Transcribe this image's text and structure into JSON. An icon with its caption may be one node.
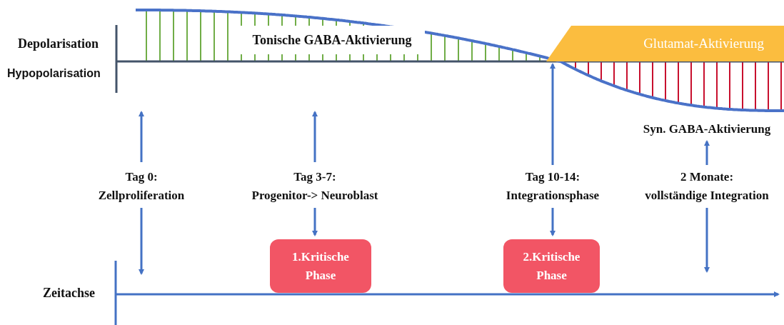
{
  "diagram": {
    "nodes": [
      {
        "text": [
          "Tonische GABA-Aktivierung"
        ]
      },
      {
        "text": [
          "Glutamat-Aktivierung"
        ]
      },
      {
        "text": [
          "Syn. GABA-Aktivierung"
        ]
      },
      {
        "text": [
          "Tag 0:",
          "Zellproliferation"
        ]
      },
      {
        "text": [
          "Tag 3-7:",
          "Progenitor-> Neuroblast"
        ]
      },
      {
        "text": [
          "Tag 10-14:",
          "Integrationsphase"
        ]
      },
      {
        "text": [
          "2 Monate:",
          "vollständige Integration"
        ]
      },
      {
        "text": [
          "1.Kritische Phase"
        ]
      },
      {
        "text": [
          "2.Kritische Phase"
        ]
      }
    ],
    "edges": [
      {
        "from": 3,
        "to": null,
        "arrow": "to"
      },
      {
        "from": 3,
        "to": null,
        "arrow": "to"
      },
      {
        "from": 4,
        "to": null,
        "arrow": "to"
      },
      {
        "from": 4,
        "to": 7,
        "arrow": "to"
      },
      {
        "from": 5,
        "to": 1,
        "arrow": "to"
      },
      {
        "from": 5,
        "to": 8,
        "arrow": "to"
      },
      {
        "from": 6,
        "to": 2,
        "arrow": "to"
      },
      {
        "from": 6,
        "to": null,
        "arrow": "to"
      }
    ],
    "labels": [
      "Depolarisation",
      "Hypopolarisation",
      "Zeitachse"
    ]
  }
}
